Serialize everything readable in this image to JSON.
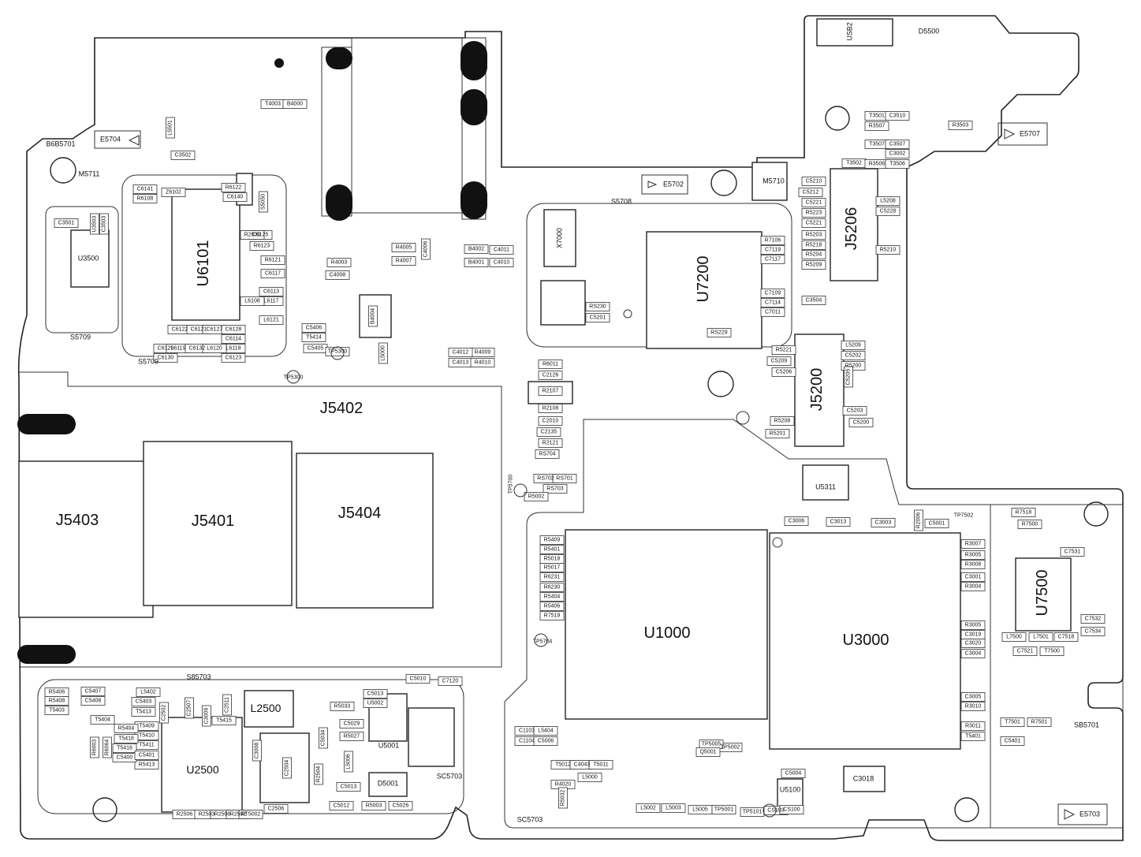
{
  "large_parts": {
    "J5402": "J5402",
    "J5403": "J5403",
    "J5401": "J5401",
    "J5404": "J5404",
    "U1000": "U1000",
    "U3000": "U3000",
    "U6101": "U6101",
    "U7200": "U7200",
    "U7500": "U7500",
    "J5206": "J5206",
    "J5200": "J5200",
    "U2500": "U2500",
    "L2500": "L2500",
    "U3500": "U3500",
    "X7000": "X7000",
    "M5710": "M5710",
    "M5711": "M5711",
    "USB2": "USB2",
    "D5500": "D5500",
    "U5001": "U5001",
    "D5001": "D5001",
    "U5100": "U5100",
    "C3018": "C3018",
    "U5311": "U5311"
  },
  "markers": {
    "E5704": "E5704",
    "E5702": "E5702",
    "E5707": "E5707",
    "E5703": "E5703",
    "S5708": "S5708",
    "S5709a": "S5709",
    "S5709b": "S5709",
    "S85703": "S85703",
    "SB5701": "SB5701",
    "SC5703a": "SC5703",
    "SC5703b": "SC5703",
    "B6B5701": "B6B5701",
    "TP5300": "TP5300",
    "TP7502": "TP7502",
    "TP5704": "TP5704",
    "TP5700": "TP5700"
  },
  "small_labels": [
    "T4003",
    "B4000",
    "L5501",
    "C3502",
    "C6141",
    "Z6102",
    "R6122",
    "C6140",
    "R6108",
    "C3501",
    "U3503",
    "C3503",
    "S5050",
    "R4005",
    "C4006",
    "B4002",
    "C4011",
    "R4007",
    "B4001",
    "C4010",
    "R4003",
    "C4008",
    "B4004",
    "L5000",
    "C5405",
    "TP5300",
    "C5406",
    "T5414",
    "R4009",
    "C4012",
    "C4013",
    "R4010",
    "R6121",
    "C6117",
    "L6121",
    "C6113",
    "L6117",
    "L6108",
    "C6129",
    "C6122",
    "C6121",
    "C6127",
    "C6128",
    "C6114",
    "L6118",
    "C6130",
    "L6119",
    "C6132",
    "L6120",
    "C6123",
    "C6125",
    "R6123",
    "R2030",
    "R6011",
    "C2126",
    "R2107",
    "R2108",
    "C2010",
    "C2135",
    "R2121",
    "RS704",
    "RS702",
    "RS701",
    "RS703",
    "R5002",
    "C5010",
    "C7120",
    "R7106",
    "C7119",
    "C7117",
    "C7109",
    "C7114",
    "C7011",
    "RS229",
    "RS230",
    "C5201",
    "R5221",
    "L5209",
    "C5202",
    "C5209",
    "R5200",
    "C5206",
    "C5205",
    "C5203",
    "C5200",
    "R5201",
    "R5208",
    "C5210",
    "C5212",
    "C5221",
    "R5223",
    "C5221",
    "L5208",
    "C5228",
    "R5210",
    "R5203",
    "R5218",
    "R5204",
    "R5209",
    "C3504",
    "T3502",
    "T3501",
    "C3510",
    "R3507",
    "R3503",
    "R3506",
    "T3506",
    "T3507",
    "C3507",
    "C3002",
    "C3006",
    "C3013",
    "C3003",
    "C5001",
    "R2006",
    "R3007",
    "R3005",
    "R3008",
    "C3001",
    "R3004",
    "R3005",
    "C3019",
    "C3020",
    "C3004",
    "C3005",
    "R3010",
    "R3011",
    "T5401",
    "R5409",
    "R5401",
    "R5018",
    "R5017",
    "R6231",
    "R6230",
    "R5404",
    "R5406",
    "R7519",
    "R7518",
    "R7500",
    "C7531",
    "C7532",
    "C7534",
    "L7500",
    "L7501",
    "C7518",
    "C7521",
    "T7500",
    "T7501",
    "R7501",
    "C5401",
    "C1103",
    "L5404",
    "C1104",
    "C5006",
    "T5012",
    "C4043",
    "T5011",
    "R4020",
    "L5000",
    "L5002",
    "L5003",
    "L5005",
    "TP5001",
    "TP5101",
    "CS103",
    "CS100",
    "C5004",
    "TP5002",
    "TP5005",
    "Q5001",
    "R5032",
    "C5013",
    "C5012",
    "R5003",
    "C5026",
    "R5033",
    "C5029",
    "R5027",
    "C5013",
    "U5002",
    "C5034",
    "L5006",
    "C2504",
    "C3008",
    "R2504",
    "R2506",
    "R2503",
    "R2508",
    "R2502",
    "RT5002",
    "C2506",
    "C2507",
    "C3009",
    "C2511",
    "T5415",
    "R5406",
    "C5407",
    "R5408",
    "C5408",
    "T5403",
    "T5404",
    "L5402",
    "C5403",
    "T5413",
    "T5409",
    "T5410",
    "T5411",
    "T5418",
    "T5416",
    "R5413",
    "R6003",
    "R6064",
    "R5404",
    "C5400",
    "C5401",
    "C2502"
  ]
}
